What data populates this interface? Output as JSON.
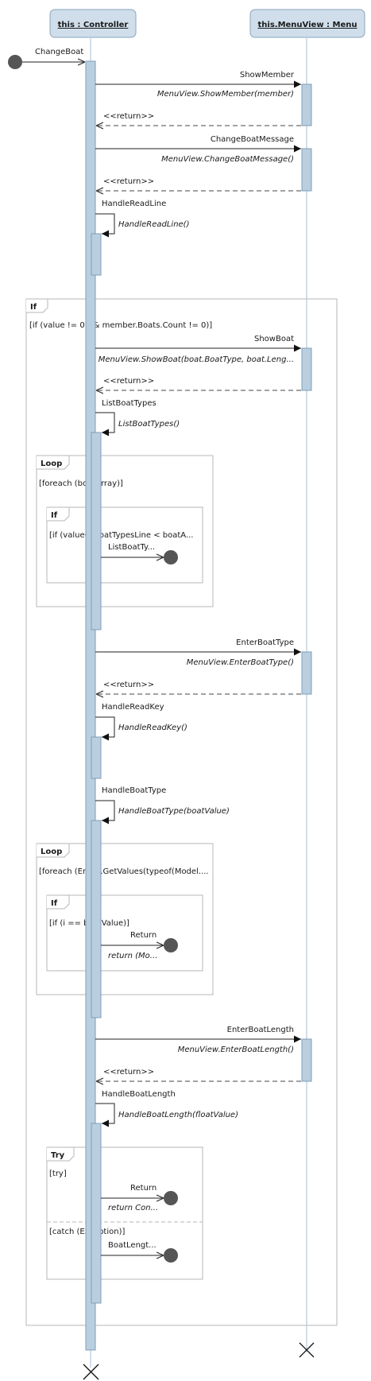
{
  "lifelines": {
    "controller": "this : Controller",
    "menu": "this.MenuView : Menu"
  },
  "messages": {
    "change_boat": "ChangeBoat",
    "show_member": "ShowMember",
    "show_member_call": "MenuView.ShowMember(member)",
    "return_1": "<<return>>",
    "change_boat_message": "ChangeBoatMessage",
    "change_boat_message_call": "MenuView.ChangeBoatMessage()",
    "return_2": "<<return>>",
    "handle_read_line": "HandleReadLine",
    "handle_read_line_call": "HandleReadLine()",
    "show_boat": "ShowBoat",
    "show_boat_call": "MenuView.ShowBoat(boat.BoatType, boat.Leng...",
    "return_3": "<<return>>",
    "list_boat_types": "ListBoatTypes",
    "list_boat_types_call": "ListBoatTypes()",
    "list_boat_ty_found": "ListBoatTy...",
    "enter_boat_type": "EnterBoatType",
    "enter_boat_type_call": "MenuView.EnterBoatType()",
    "return_4": "<<return>>",
    "handle_read_key": "HandleReadKey",
    "handle_read_key_call": "HandleReadKey()",
    "handle_boat_type": "HandleBoatType",
    "handle_boat_type_call": "HandleBoatType(boatValue)",
    "return_found_1": "Return",
    "return_found_1_call": "return (Mo...",
    "enter_boat_length": "EnterBoatLength",
    "enter_boat_length_call": "MenuView.EnterBoatLength()",
    "return_5": "<<return>>",
    "handle_boat_length": "HandleBoatLength",
    "handle_boat_length_call": "HandleBoatLength(floatValue)",
    "return_found_2": "Return",
    "return_found_2_call": "return Con...",
    "boat_length_found": "BoatLengt..."
  },
  "fragments": {
    "if_outer": {
      "keyword": "If",
      "guard": "[if (value != 0 && member.Boats.Count != 0)]"
    },
    "loop_1": {
      "keyword": "Loop",
      "guard": "[foreach (boatArray)]"
    },
    "if_inner_1": {
      "keyword": "If",
      "guard": "[if (valueOfBoatTypesLine < boatA..."
    },
    "loop_2": {
      "keyword": "Loop",
      "guard": "[foreach (Enum.GetValues(typeof(Model...."
    },
    "if_inner_2": {
      "keyword": "If",
      "guard": "[if (i == boatValue)]"
    },
    "try": {
      "keyword": "Try",
      "guard_try": "[try]",
      "guard_catch": "[catch (Exception)]"
    }
  },
  "colors": {
    "lifeline_head_fill": "#cfdeea",
    "activation_fill": "#b9cfe0",
    "activation_stroke": "#7f9db8",
    "frame_stroke": "#b7b7b7",
    "message_stroke": "#222222",
    "found_dot": "#555555"
  }
}
